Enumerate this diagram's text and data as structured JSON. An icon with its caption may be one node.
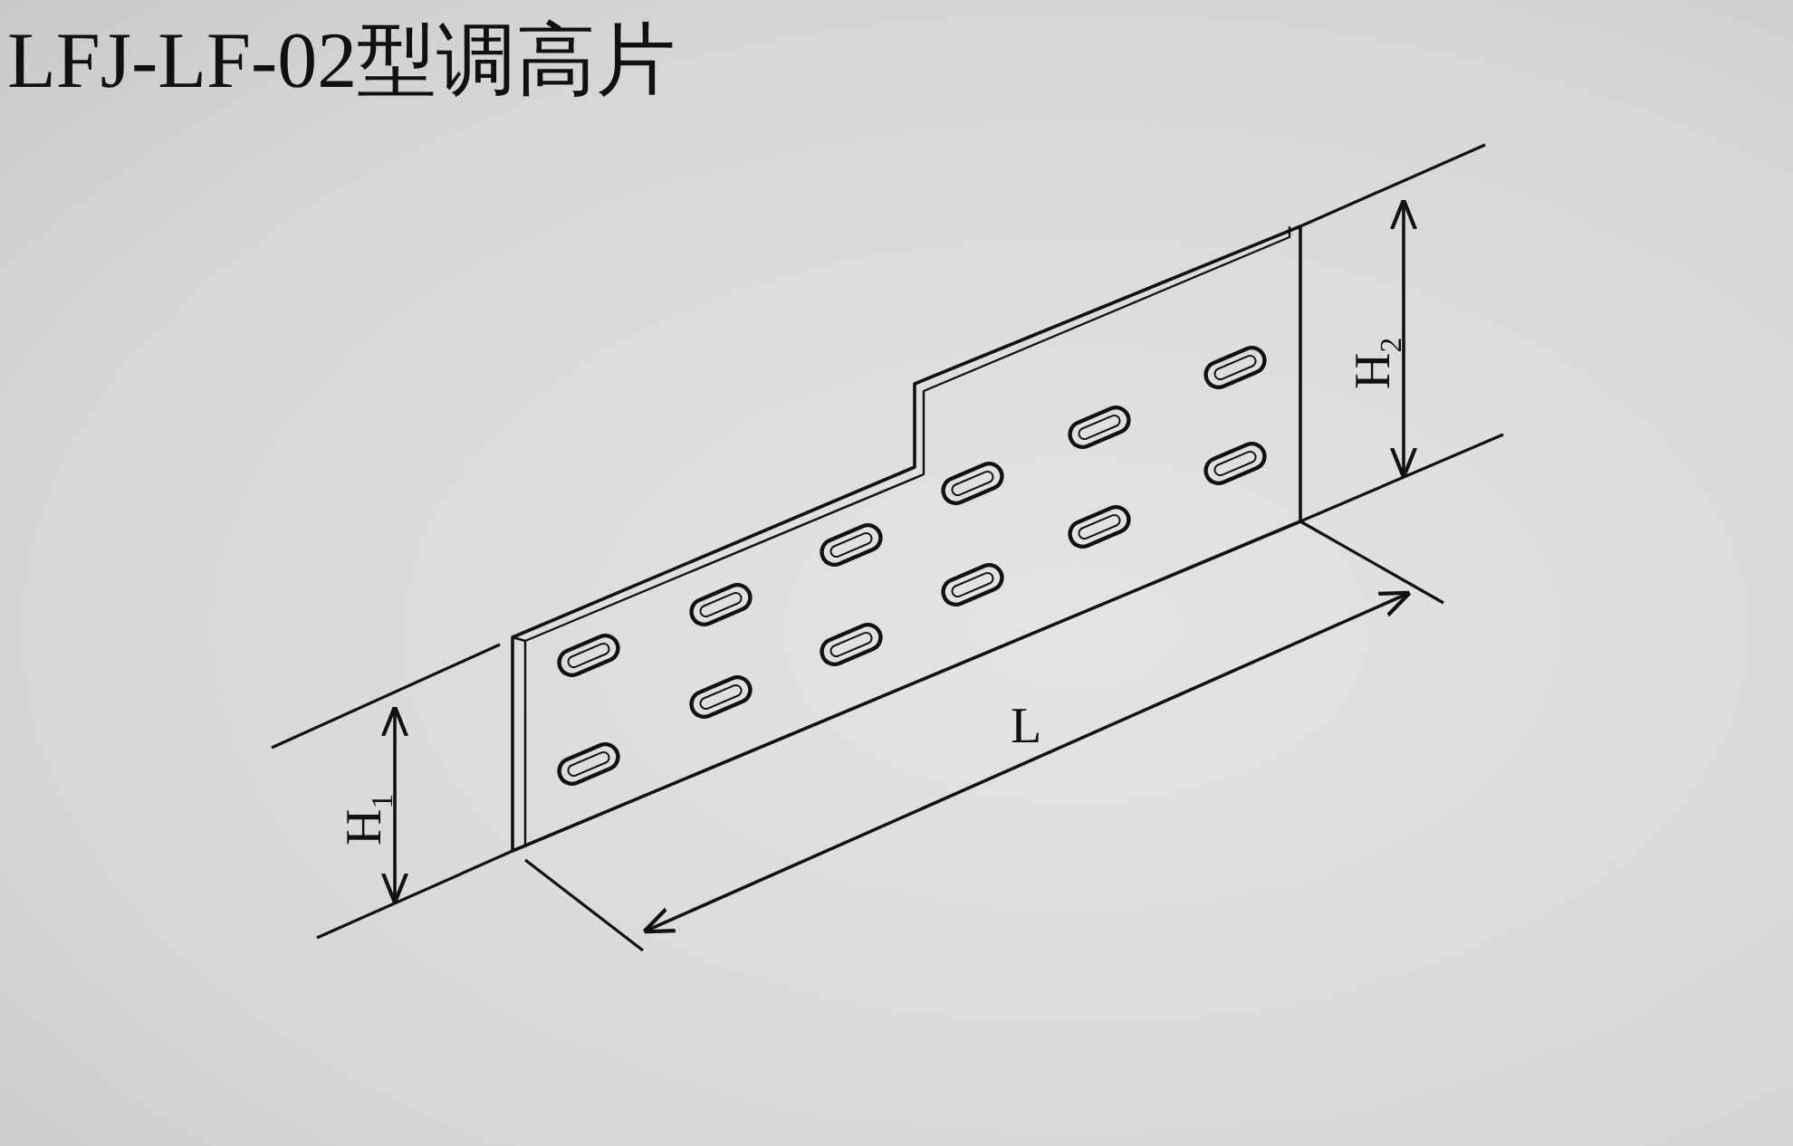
{
  "diagram": {
    "title": "LFJ-LF-02型调高片",
    "labels": [
      "H$_{2}$",
      "L",
      "H$_{1}$"
    ]
  }
}
